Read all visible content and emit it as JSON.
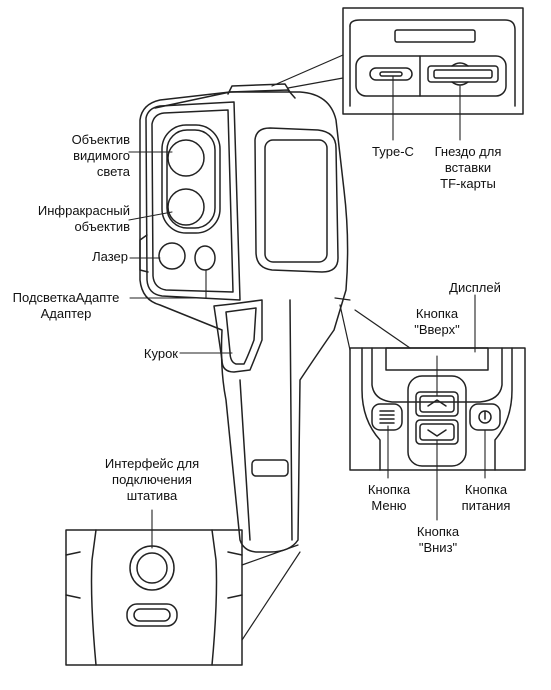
{
  "labels": {
    "visible_lens": [
      "Объектив",
      "видимого",
      "света"
    ],
    "ir_lens": [
      "Инфракрасный",
      "объектив"
    ],
    "laser": "Лазер",
    "backlight": [
      "ПодсветкаАдапте",
      "Адаптер"
    ],
    "trigger": "Курок",
    "tripod": [
      "Интерфейс для",
      "подключения",
      "штатива"
    ],
    "type_c": "Type-C",
    "tf_slot": [
      "Гнездо для",
      "вставки",
      "TF-карты"
    ],
    "display": "Дисплей",
    "up_button": [
      "Кнопка",
      "\"Вверх\""
    ],
    "menu_button": [
      "Кнопка",
      "Меню"
    ],
    "down_button": [
      "Кнопка",
      "\"Вниз\""
    ],
    "power_button": [
      "Кнопка",
      "питания"
    ]
  }
}
